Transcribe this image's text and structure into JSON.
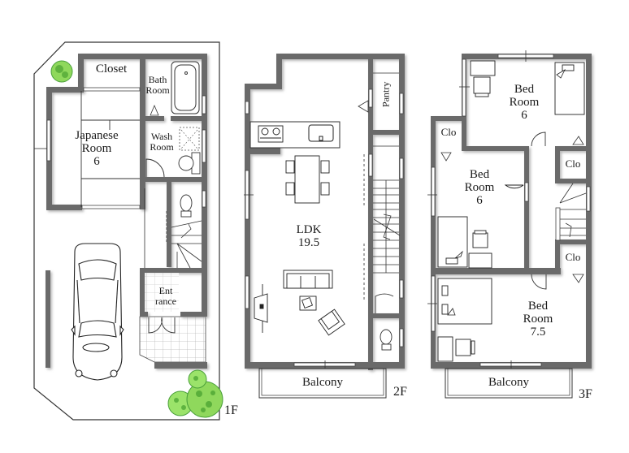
{
  "floorplan": {
    "colors": {
      "wall": "#6b6b6b",
      "wall_shadow": "#b9b9b9",
      "line": "#222222",
      "tree_light": "#9be36a",
      "tree_dark": "#3f9a2a",
      "background": "#ffffff"
    },
    "floors": [
      {
        "id": "1F",
        "label": "1F",
        "rooms": [
          {
            "name": "Closet",
            "lines": [
              "Closet"
            ]
          },
          {
            "name": "Bath Room",
            "lines": [
              "Bath",
              "Room"
            ]
          },
          {
            "name": "Japanese Room",
            "lines": [
              "Japanese",
              "Room",
              "6"
            ],
            "size": "6"
          },
          {
            "name": "Wash Room",
            "lines": [
              "Wash",
              "Room"
            ]
          },
          {
            "name": "Entrance",
            "lines": [
              "Ent",
              "rance"
            ]
          }
        ],
        "features": [
          "parking-space-car",
          "stairs",
          "toilet",
          "trees",
          "tiled-porch"
        ]
      },
      {
        "id": "2F",
        "label": "2F",
        "rooms": [
          {
            "name": "Pantry",
            "lines": [
              "Pantry"
            ]
          },
          {
            "name": "LDK",
            "lines": [
              "LDK",
              "19.5"
            ],
            "size": "19.5"
          },
          {
            "name": "Balcony",
            "lines": [
              "Balcony"
            ]
          }
        ],
        "features": [
          "kitchen-counter",
          "stove",
          "sink",
          "dining-table",
          "sofa",
          "armchair",
          "tv-stand",
          "stairs",
          "toilet"
        ]
      },
      {
        "id": "3F",
        "label": "3F",
        "rooms": [
          {
            "name": "Bed Room (top)",
            "lines": [
              "Bed",
              "Room",
              "6"
            ],
            "size": "6"
          },
          {
            "name": "Clo (left)",
            "lines": [
              "Clo"
            ]
          },
          {
            "name": "Clo (right top)",
            "lines": [
              "Clo"
            ]
          },
          {
            "name": "Bed Room (middle)",
            "lines": [
              "Bed",
              "Room",
              "6"
            ],
            "size": "6"
          },
          {
            "name": "Clo (right bottom)",
            "lines": [
              "Clo"
            ]
          },
          {
            "name": "Bed Room (bottom)",
            "lines": [
              "Bed",
              "Room",
              "7.5"
            ],
            "size": "7.5"
          },
          {
            "name": "Balcony",
            "lines": [
              "Balcony"
            ]
          }
        ],
        "features": [
          "beds",
          "desks",
          "chairs",
          "stairs"
        ]
      }
    ]
  }
}
